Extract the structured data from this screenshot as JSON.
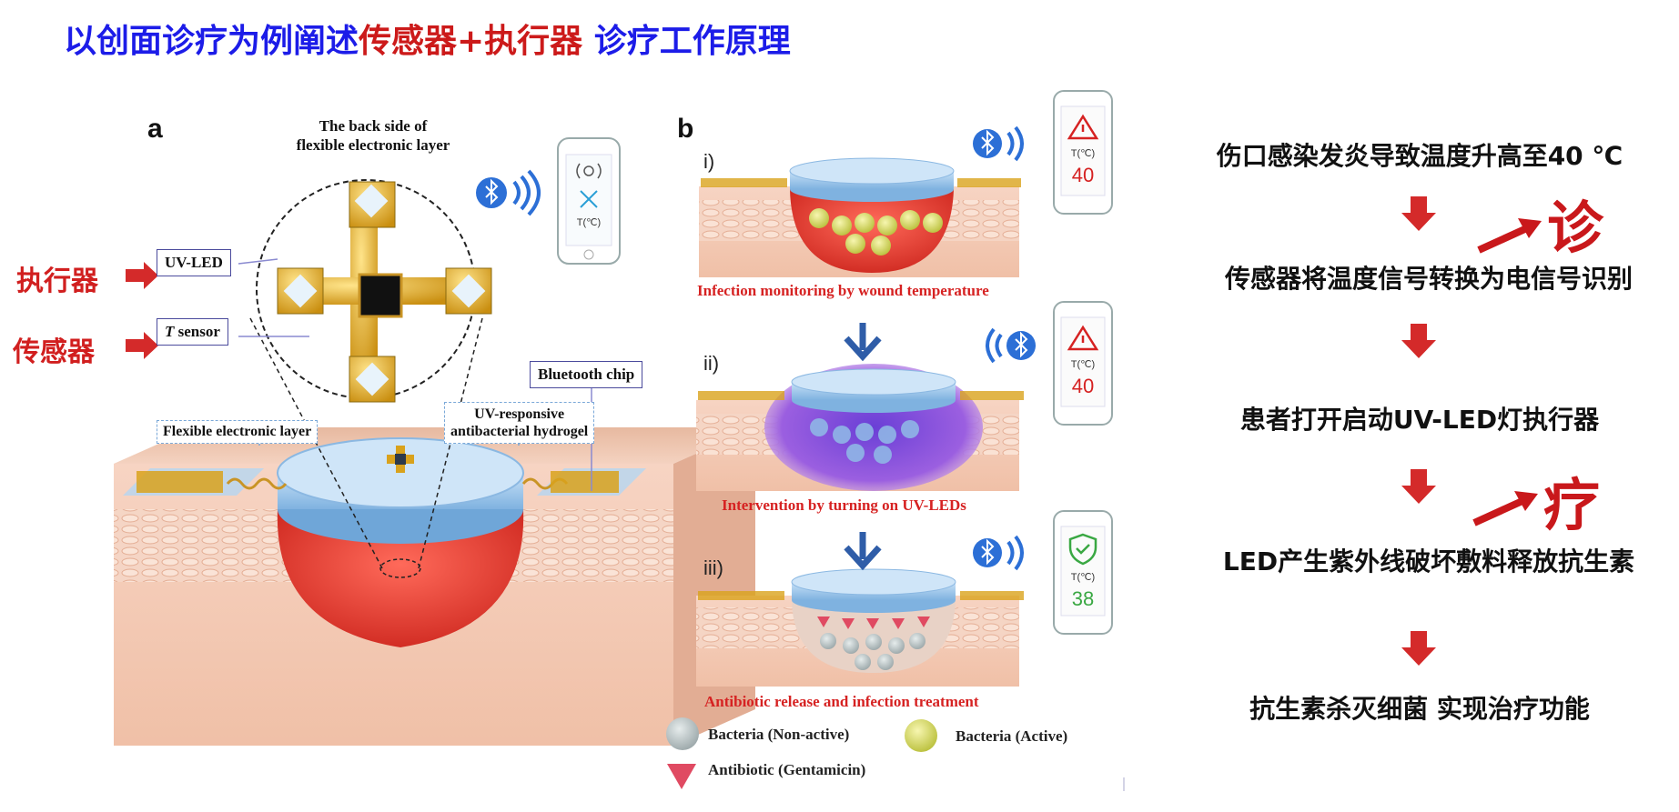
{
  "title": {
    "part1": "以创面诊疗为例阐述",
    "part2": "传感器+执行器",
    "part3": " 诊疗工作原理"
  },
  "colors": {
    "title_blue": "#1c1ce8",
    "accent_red": "#cc1a1a",
    "arrow_red": "#d42a2a",
    "tissue_pink": "#f2c8b4",
    "hydrogel_blue": "#9fc6ea",
    "gold": "#d9a21c"
  },
  "panel_a": {
    "letter": "a",
    "inset_title_line1": "The back side of",
    "inset_title_line2": "flexible electronic layer",
    "uv_led_label": "UV-LED",
    "t_sensor_italic": "T",
    "t_sensor_rest": " sensor",
    "bluetooth_chip_label": "Bluetooth chip",
    "flexible_layer_label": "Flexible electronic layer",
    "hydrogel_label_line1": "UV-responsive",
    "hydrogel_label_line2": "antibacterial hydrogel",
    "phone_temp_label": "T(℃)",
    "actuator_label": "执行器",
    "sensor_label": "传感器"
  },
  "panel_b": {
    "letter": "b",
    "stages": [
      {
        "roman": "i)",
        "caption": "Infection monitoring by wound temperature",
        "phone_temp_label": "T(℃)",
        "phone_value": "40",
        "phone_status": "alert"
      },
      {
        "roman": "ii)",
        "caption": "Intervention by turning on  UV-LEDs",
        "phone_temp_label": "T(℃)",
        "phone_value": "40",
        "phone_status": "alert"
      },
      {
        "roman": "iii)",
        "caption": "Antibiotic release and infection treatment",
        "phone_temp_label": "T(℃)",
        "phone_value": "38",
        "phone_status": "ok"
      }
    ],
    "legend": {
      "non_active": "Bacteria (Non-active)",
      "active": "Bacteria (Active)",
      "antibiotic": "Antibiotic (Gentamicin)"
    }
  },
  "flow": {
    "steps": [
      "伤口感染发炎导致温度升高至40 ℃",
      "传感器将温度信号转换为电信号识别",
      "患者打开启动UV-LED灯执行器",
      "LED产生紫外线破坏敷料释放抗生素",
      "抗生素杀灭细菌 实现治疗功能"
    ],
    "diagnosis_char": "诊",
    "treatment_char": "疗"
  }
}
